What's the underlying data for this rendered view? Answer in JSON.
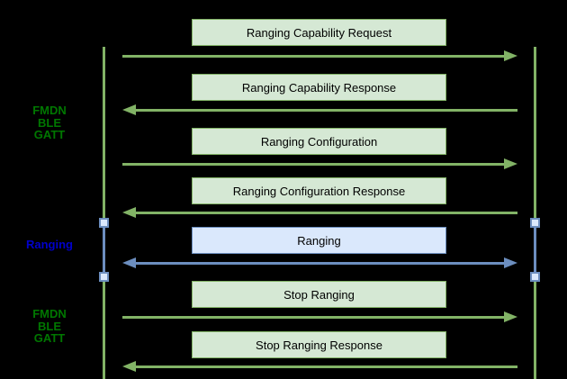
{
  "diagram": {
    "type": "sequence-message-flow",
    "background_color": "#000000",
    "colors": {
      "green_box_fill": "#d5e8d4",
      "green_box_border": "#82b366",
      "blue_box_fill": "#dae8fc",
      "blue_box_border": "#6c8ebf",
      "green_arrow": "#82b366",
      "blue_arrow": "#6c8ebf",
      "lifeline_green": "#82b366",
      "phase_label_green": "#007700",
      "phase_label_blue": "#0000cc",
      "box_text": "#000000"
    },
    "phase_labels": [
      {
        "text": "FMDN\nBLE\nGATT",
        "color": "green"
      },
      {
        "text": "Ranging",
        "color": "blue"
      },
      {
        "text": "FMDN\nBLE\nGATT",
        "color": "green"
      }
    ],
    "messages": [
      {
        "label": "Ranging Capability Request",
        "direction": "right",
        "style": "green"
      },
      {
        "label": "Ranging Capability Response",
        "direction": "left",
        "style": "green"
      },
      {
        "label": "Ranging Configuration",
        "direction": "right",
        "style": "green"
      },
      {
        "label": "Ranging Configuration Response",
        "direction": "left",
        "style": "green"
      },
      {
        "label": "Ranging",
        "direction": "both",
        "style": "blue"
      },
      {
        "label": "Stop Ranging",
        "direction": "right",
        "style": "green"
      },
      {
        "label": "Stop Ranging Response",
        "direction": "left",
        "style": "green"
      }
    ]
  }
}
